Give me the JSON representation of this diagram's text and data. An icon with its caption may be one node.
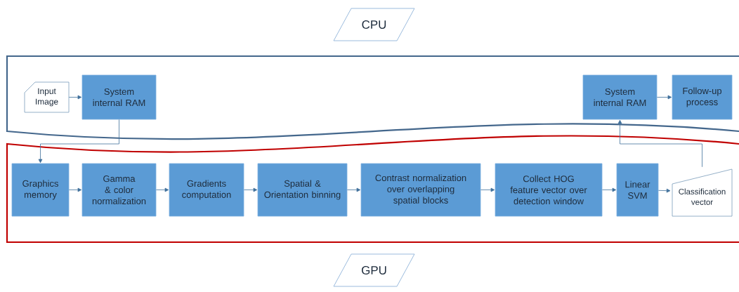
{
  "diagram": {
    "nodes": [
      {
        "text": [
          "CPU"
        ]
      },
      {
        "text": [],
        "shape": "band"
      },
      {
        "text": [
          "Input Image"
        ],
        "in": 1
      },
      {
        "text": [
          "System internal RAM"
        ],
        "in": 1
      },
      {
        "text": [
          "System internal RAM"
        ],
        "in": 1
      },
      {
        "text": [
          "Follow-up process"
        ],
        "in": 1
      },
      {
        "text": [],
        "shape": "band"
      },
      {
        "text": [
          "Graphics memory"
        ],
        "in": 6
      },
      {
        "text": [
          "Gamma & color normalization"
        ],
        "in": 6
      },
      {
        "text": [
          "Gradients computation"
        ],
        "in": 6
      },
      {
        "text": [
          "Spatial & Orientation binning"
        ],
        "in": 6
      },
      {
        "text": [
          "Contrast normalization over overlapping spatial blocks"
        ],
        "in": 6
      },
      {
        "text": [
          "Collect HOG feature vector over detection window"
        ],
        "in": 6
      },
      {
        "text": [
          "Linear SVM"
        ],
        "in": 6
      },
      {
        "text": [
          "Classification vector"
        ],
        "in": 6
      },
      {
        "text": [
          "GPU"
        ]
      }
    ],
    "edges": [
      {
        "from": 2,
        "to": 3,
        "arrow": "to"
      },
      {
        "from": 3,
        "to": 7,
        "arrow": "to"
      },
      {
        "from": 7,
        "to": 8,
        "arrow": "to"
      },
      {
        "from": 8,
        "to": 9,
        "arrow": "to"
      },
      {
        "from": 9,
        "to": 10,
        "arrow": "to"
      },
      {
        "from": 10,
        "to": 11,
        "arrow": "to"
      },
      {
        "from": 11,
        "to": 12,
        "arrow": "to"
      },
      {
        "from": 12,
        "to": 13,
        "arrow": "to"
      },
      {
        "from": 13,
        "to": 14,
        "arrow": "to"
      },
      {
        "from": 14,
        "to": 4,
        "arrow": "to"
      },
      {
        "from": 4,
        "to": 5,
        "arrow": "to"
      }
    ]
  }
}
